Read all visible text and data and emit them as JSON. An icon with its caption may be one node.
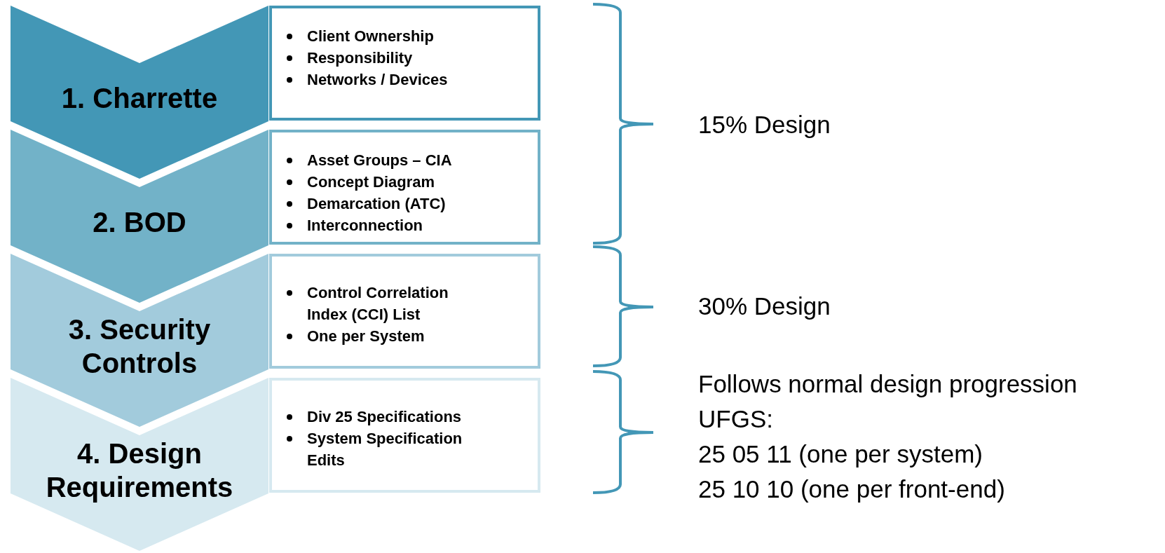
{
  "diagram": {
    "nodes": [
      {
        "text": [
          "1. Charrette"
        ]
      },
      {
        "text": [
          "Client Ownership",
          "Responsibility",
          "Networks / Devices"
        ]
      },
      {
        "text": [
          "2. BOD"
        ]
      },
      {
        "text": [
          "Asset Groups – CIA",
          "Concept Diagram",
          "Demarcation (ATC)",
          "Interconnection"
        ]
      },
      {
        "text": [
          "3. Security Controls"
        ]
      },
      {
        "text": [
          "Control Correlation Index (CCI) List",
          "One per System"
        ]
      },
      {
        "text": [
          "4. Design Requirements"
        ]
      },
      {
        "text": [
          "Div 25 Specifications",
          "System Specification Edits"
        ]
      }
    ],
    "labels": [
      "15% Design",
      "30% Design",
      "Follows normal design progression",
      "UFGS:",
      "25 05 11 (one per system)",
      "25 10 10 (one per front-end)"
    ]
  }
}
